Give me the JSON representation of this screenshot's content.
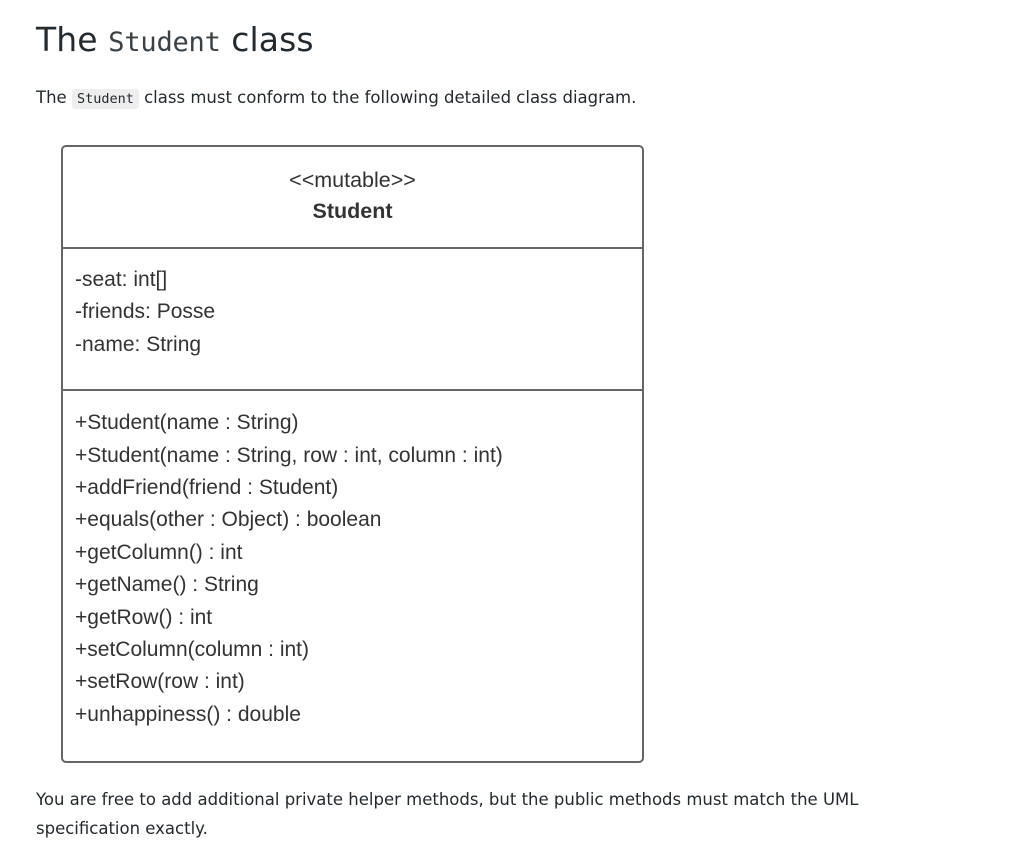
{
  "heading": {
    "before": "The",
    "code": "Student",
    "after": "class"
  },
  "intro": {
    "before": "The",
    "code": "Student",
    "after": "class must conform to the following detailed class diagram."
  },
  "uml": {
    "stereotype": "<<mutable>>",
    "class_name": "Student",
    "attributes": [
      "-seat: int[]",
      "-friends: Posse",
      "-name: String"
    ],
    "operations": [
      "+Student(name : String)",
      "+Student(name : String, row : int, column : int)",
      "+addFriend(friend : Student)",
      "+equals(other : Object) : boolean",
      "+getColumn() : int",
      "+getName() : String",
      "+getRow() : int",
      "+setColumn(column : int)",
      "+setRow(row : int)",
      "+unhappiness() : double"
    ],
    "border_color": "#666666",
    "text_color": "#333333"
  },
  "outro": {
    "text": "You are free to add additional private helper methods, but the public methods must match the UML specification exactly."
  }
}
